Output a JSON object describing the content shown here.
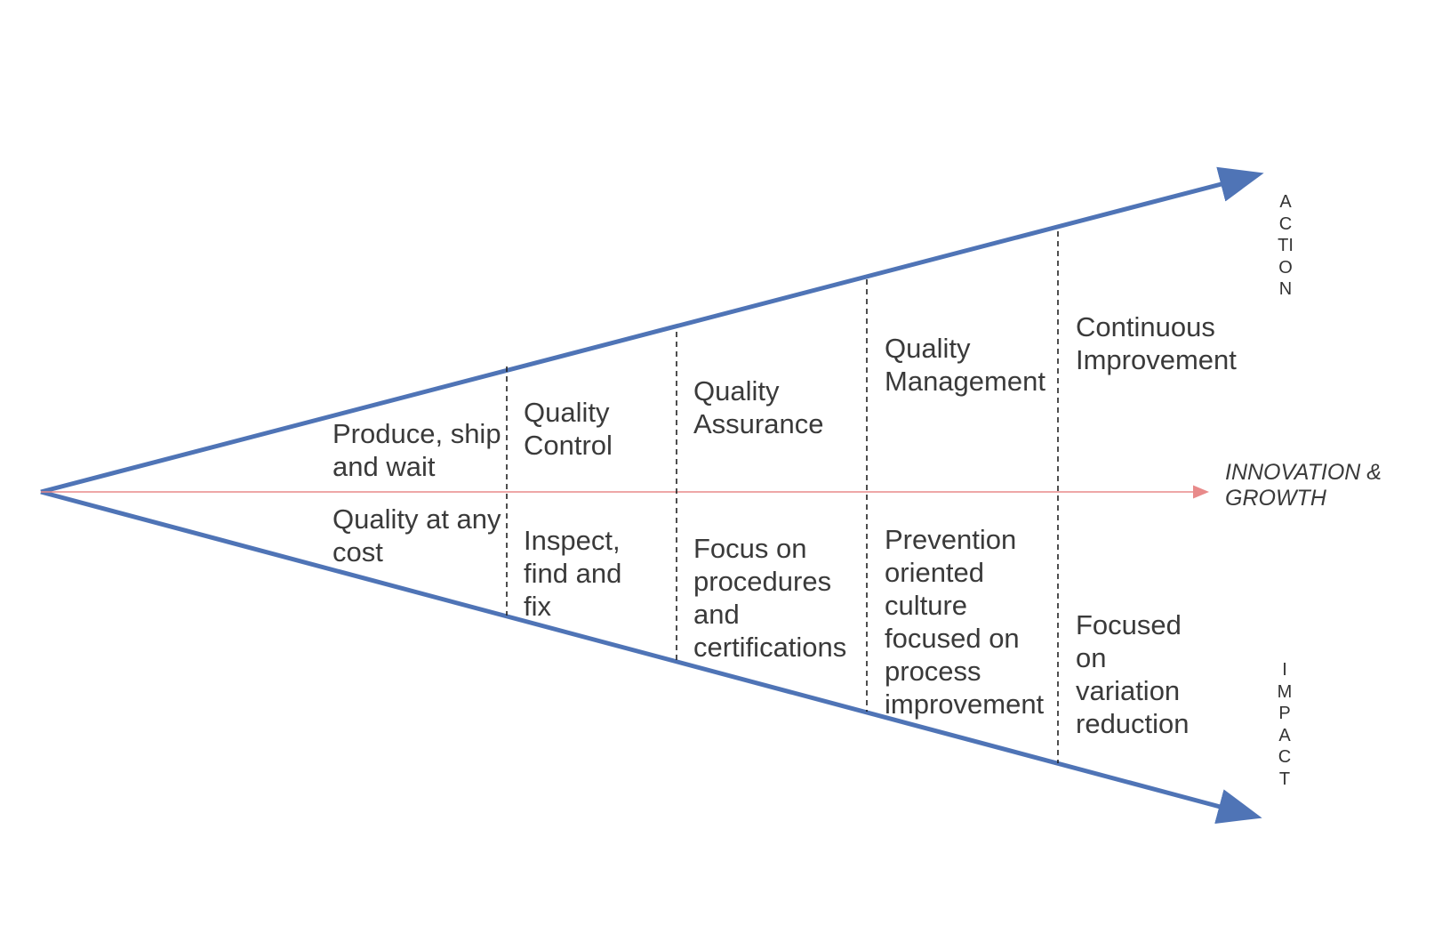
{
  "colors": {
    "arrow": "#4f74b6",
    "axis": "#e88a8a",
    "divider": "#222222",
    "text": "#3a3a3a"
  },
  "axis": {
    "label": "INNOVATION &\nGROWTH"
  },
  "side_labels": {
    "top": "ACTION",
    "bottom": "IMPACT"
  },
  "stages": [
    {
      "action": "Produce, ship\nand wait",
      "impact": "Quality at any\ncost"
    },
    {
      "action": "Quality\nControl",
      "impact": "Inspect,\nfind and\nfix"
    },
    {
      "action": "Quality\nAssurance",
      "impact": "Focus on\nprocedures\nand\ncertifications"
    },
    {
      "action": "Quality\nManagement",
      "impact": "Prevention\noriented\nculture\nfocused on\nprocess\nimprovement"
    },
    {
      "action": "Continuous\nImprovement",
      "impact": "Focused\non\nvariation\nreduction"
    }
  ]
}
